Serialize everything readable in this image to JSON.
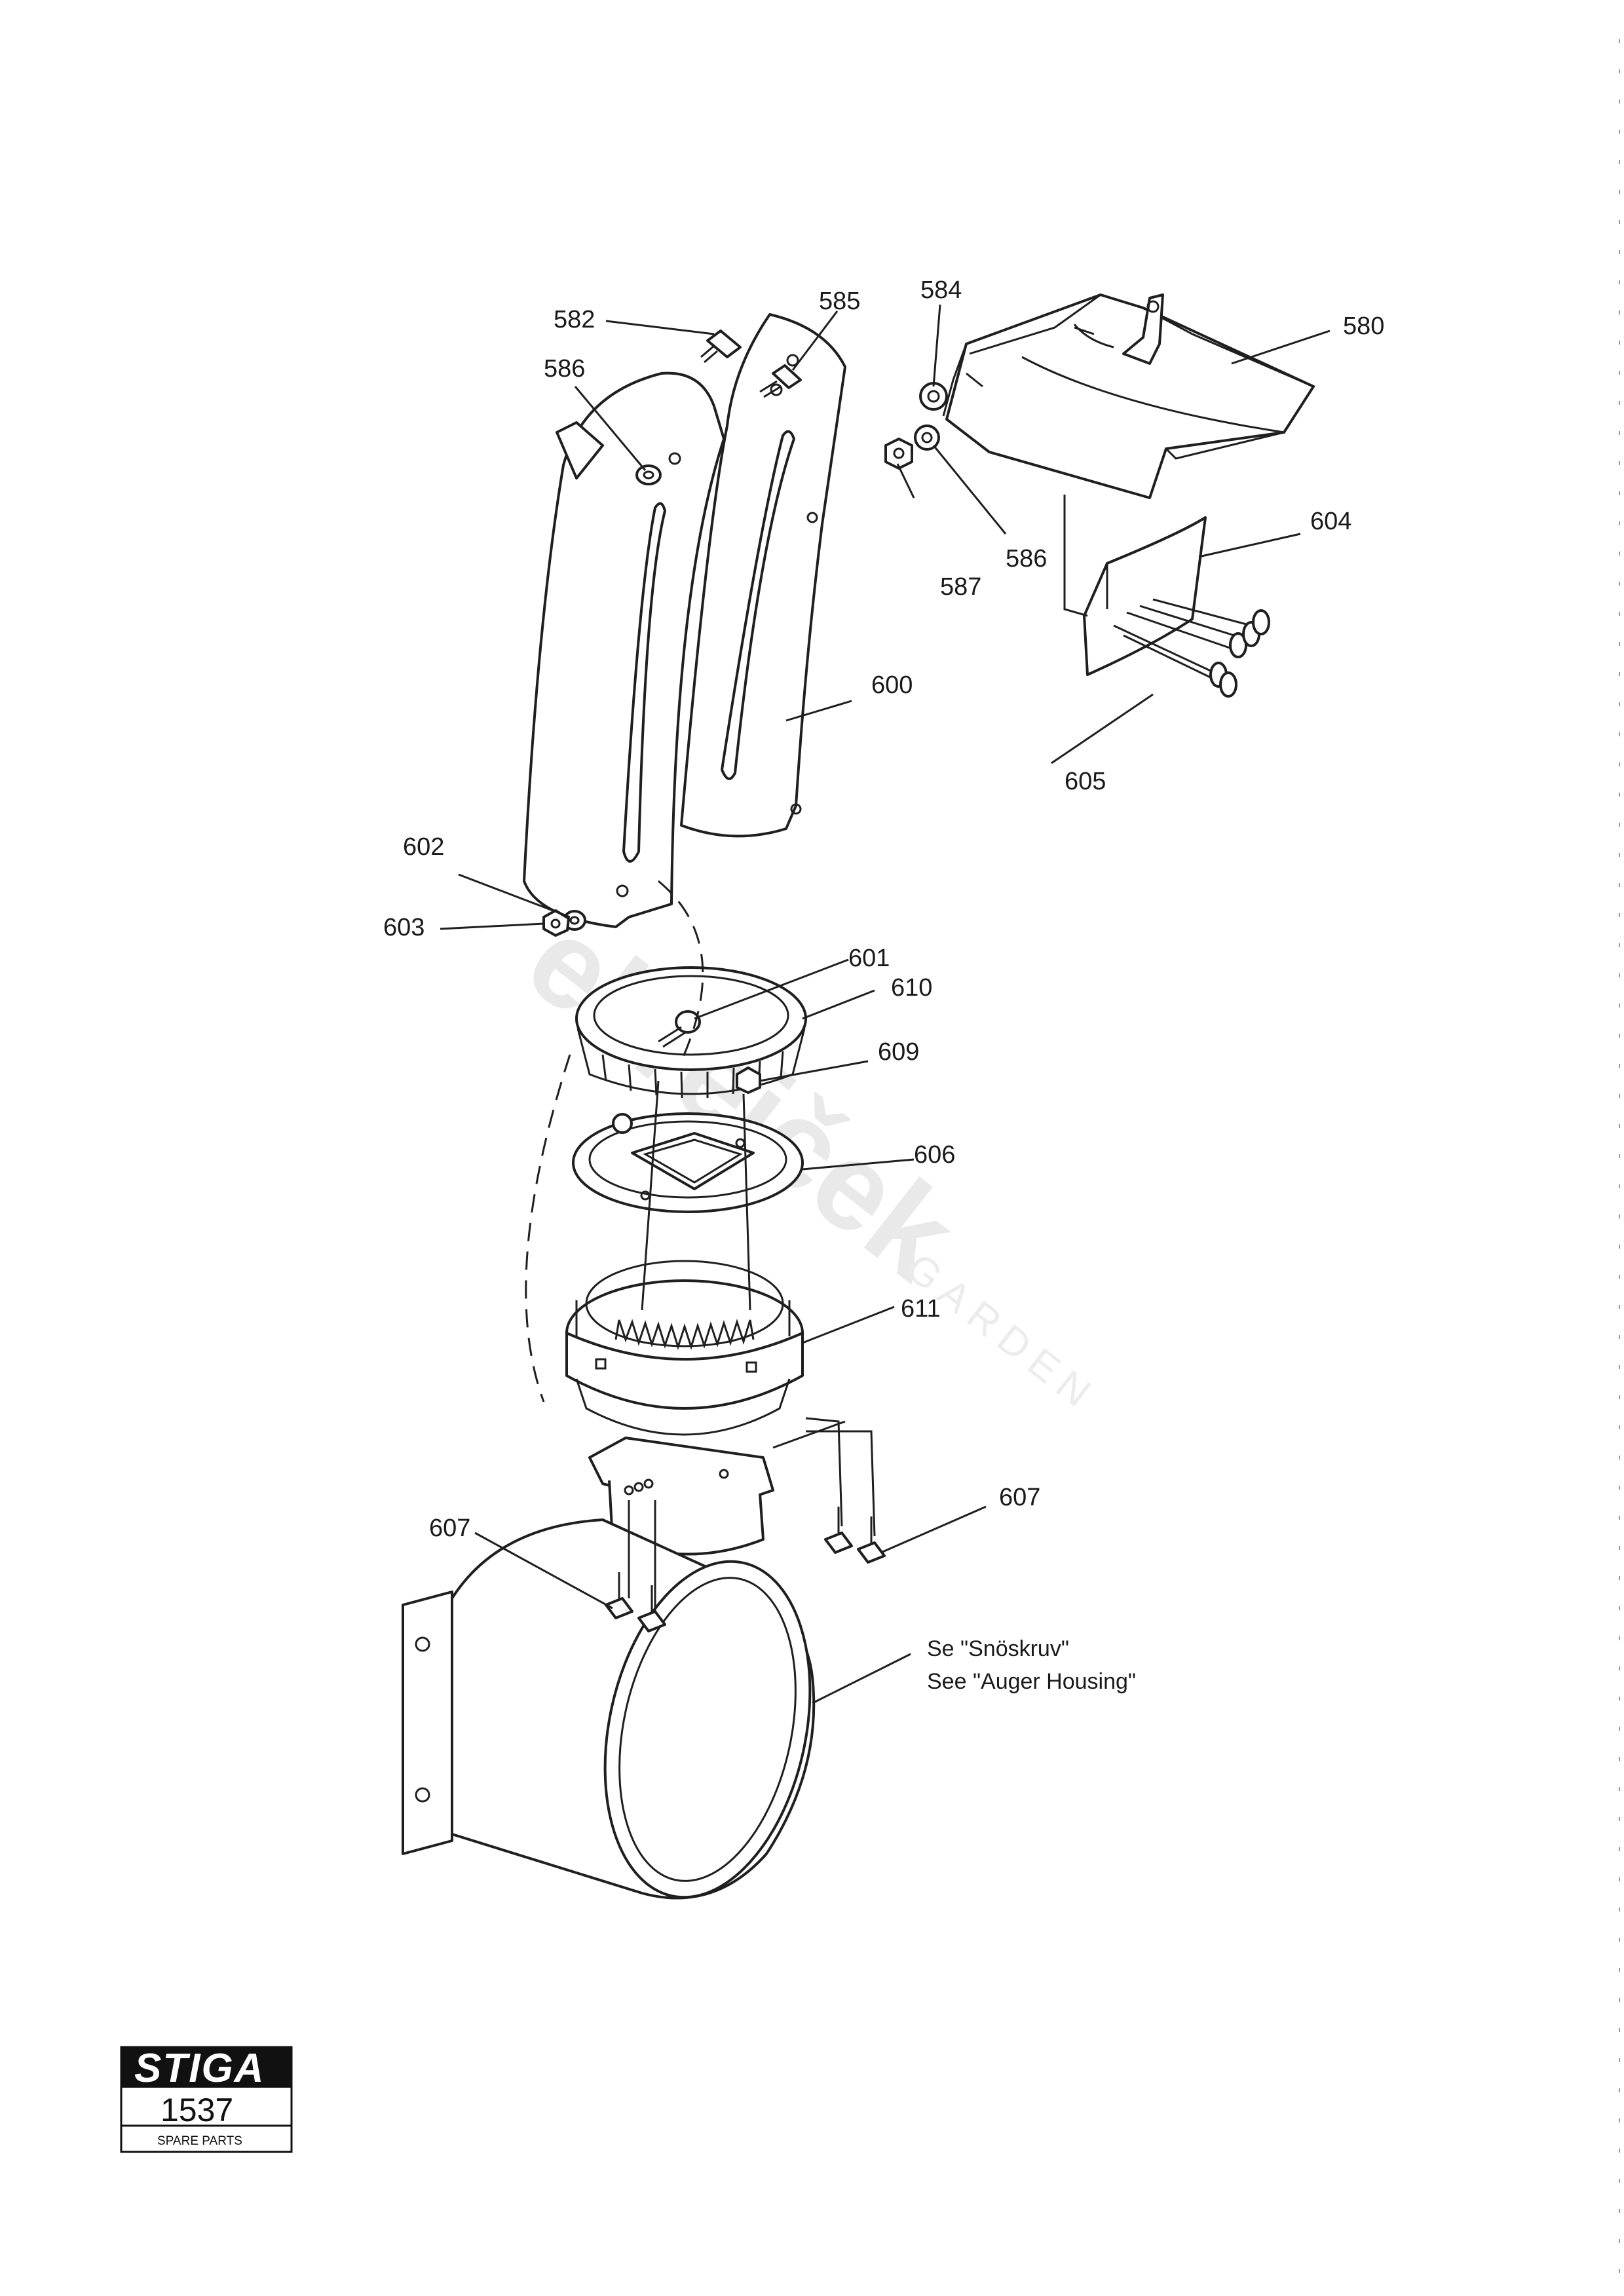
{
  "watermark": {
    "main": "ekrejček",
    "sub": "GARDEN"
  },
  "callouts": {
    "c580": "580",
    "c582": "582",
    "c584": "584",
    "c585": "585",
    "c586a": "586",
    "c586b": "586",
    "c587": "587",
    "c600": "600",
    "c601": "601",
    "c602": "602",
    "c603": "603",
    "c604": "604",
    "c605": "605",
    "c606": "606",
    "c607a": "607",
    "c607b": "607",
    "c609": "609",
    "c610": "610",
    "c611": "611"
  },
  "note": {
    "line1": "Se \"Snöskruv\"",
    "line2": "See \"Auger Housing\""
  },
  "logo": {
    "brand": "STIGA",
    "model": "1537",
    "subtitle": "SPARE PARTS"
  }
}
